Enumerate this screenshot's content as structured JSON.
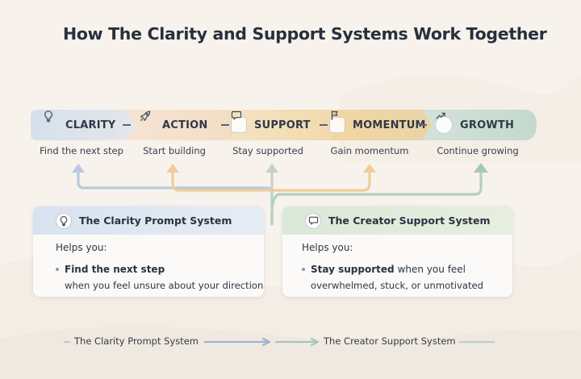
{
  "title": "How The Clarity and Support Systems  Work Together",
  "stages": [
    {
      "id": "clarity",
      "label": "CLARITY",
      "icon": "lightbulb-icon",
      "caption": "Find the next step",
      "color": "#d9e2ec"
    },
    {
      "id": "action",
      "label": "ACTION",
      "icon": "rocket-icon",
      "caption": "Start building",
      "color": "#f3dfca"
    },
    {
      "id": "support",
      "label": "SUPPORT",
      "icon": "chat-bubble-icon",
      "caption": "Stay supported",
      "color": "#f1ddb4"
    },
    {
      "id": "momentum",
      "label": "MOMENTUM",
      "icon": "flag-icon",
      "caption": "Gain momentum",
      "color": "#efcf96"
    },
    {
      "id": "growth",
      "label": "GROWTH",
      "icon": "trend-up-icon",
      "caption": "Continue growing",
      "color": "#cfe0d6"
    }
  ],
  "cards": {
    "clarity": {
      "title": "The Clarity Prompt System",
      "icon": "lightbulb-icon",
      "helps": "Helps you:",
      "bullet_strong": "Find the next step",
      "bullet_rest": "",
      "detail": "when you feel unsure about your direction",
      "accent": "#d8e3f0"
    },
    "support": {
      "title": "The Creator Support System",
      "icon": "chat-bubble-icon",
      "helps": "Helps you:",
      "bullet_strong": "Stay supported",
      "bullet_rest": "when you feel",
      "detail": "overwhelmed, stuck, or unmotivated",
      "accent": "#dbe8d8"
    }
  },
  "flow": {
    "from": "The Clarity Prompt System",
    "to": "The Creator Support System"
  },
  "colors": {
    "arrow_blue": "#a9bcd6",
    "arrow_orange": "#efc88f",
    "arrow_green": "#a7c6b6",
    "background": "#f7f2ec"
  }
}
